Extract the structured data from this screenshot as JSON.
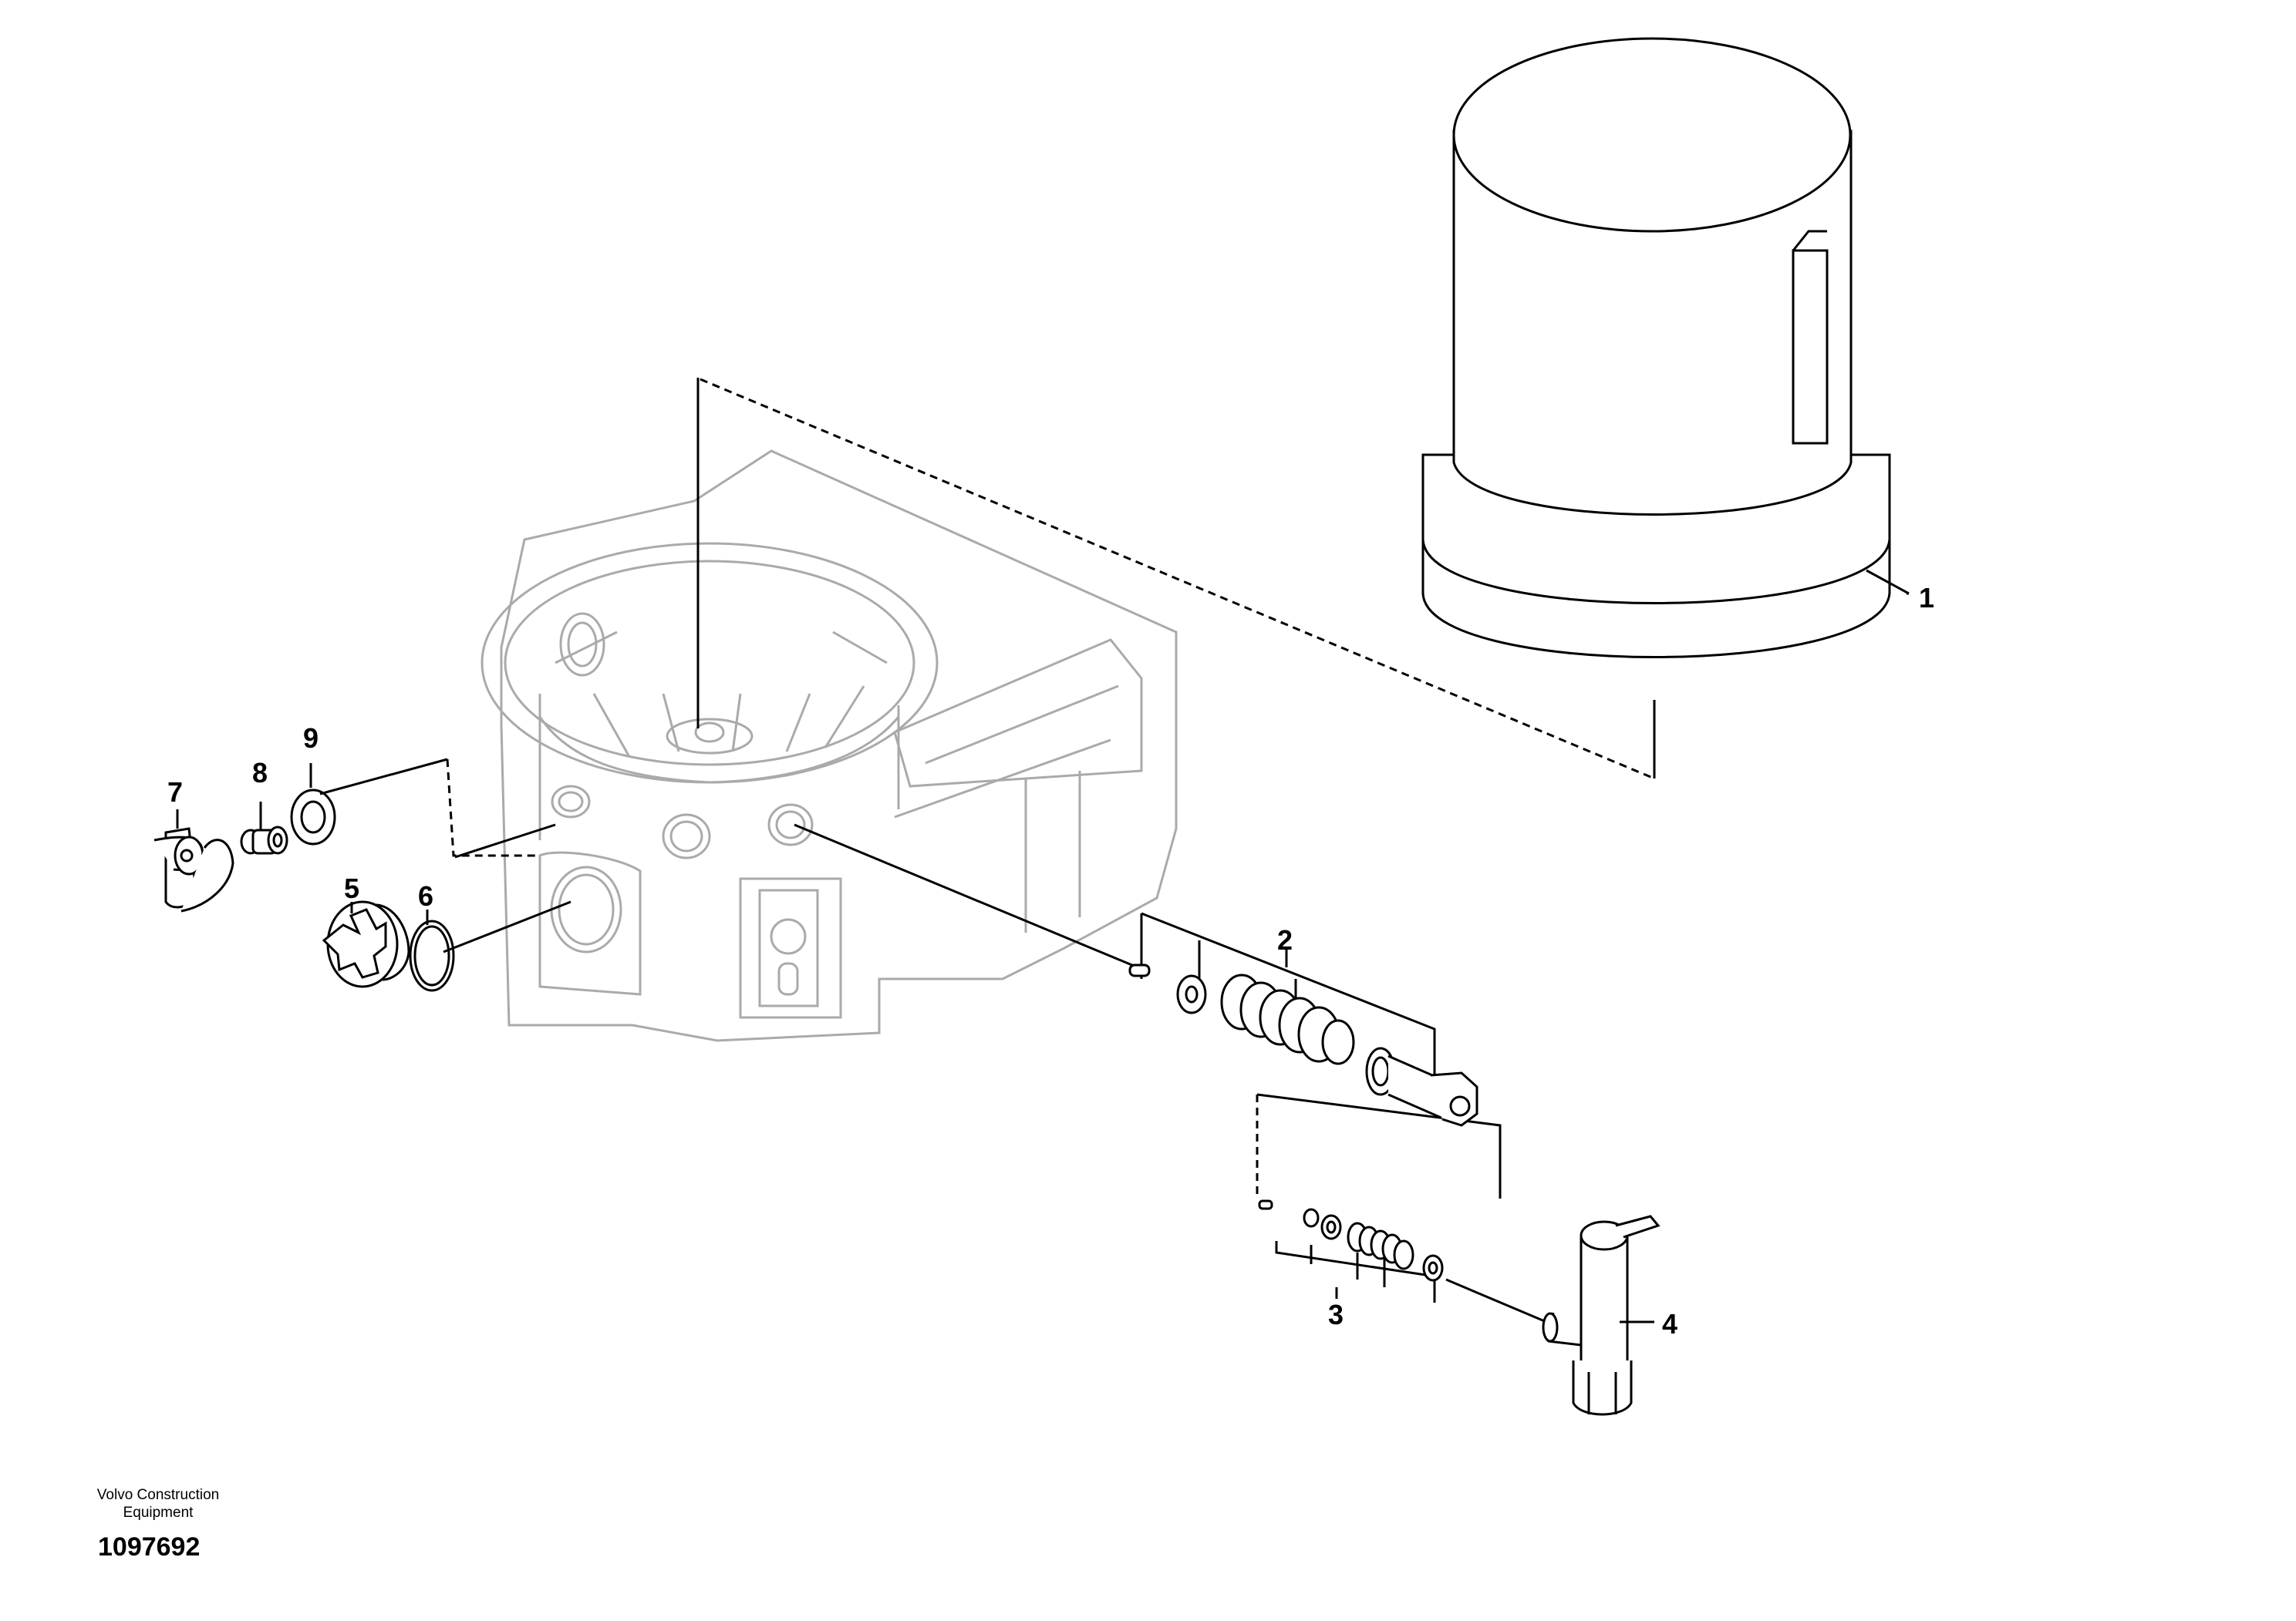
{
  "diagram": {
    "callouts": [
      {
        "id": "1",
        "label": "1"
      },
      {
        "id": "2",
        "label": "2"
      },
      {
        "id": "3",
        "label": "3"
      },
      {
        "id": "4",
        "label": "4"
      },
      {
        "id": "5",
        "label": "5"
      },
      {
        "id": "6",
        "label": "6"
      },
      {
        "id": "7",
        "label": "7"
      },
      {
        "id": "8",
        "label": "8"
      },
      {
        "id": "9",
        "label": "9"
      }
    ],
    "parts": [
      "housing",
      "filter-cartridge",
      "spring-valve",
      "small-valve-kit",
      "drain-valve",
      "plug",
      "o-ring",
      "cap",
      "nipple",
      "washer"
    ]
  },
  "footer": {
    "credit_line1": "Volvo Construction",
    "credit_line2": "Equipment",
    "drawing_number": "1097692"
  },
  "colors": {
    "housing": "#aaaaaa",
    "parts": "#000000",
    "background": "#ffffff"
  }
}
